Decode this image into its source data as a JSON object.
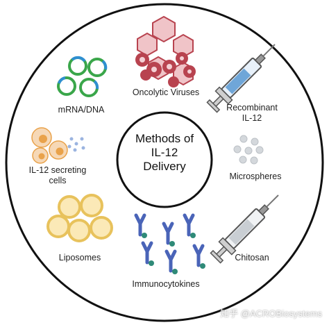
{
  "center": {
    "line1": "Methods of",
    "line2": "IL-12",
    "line3": "Delivery"
  },
  "methods": {
    "mrna_dna": "mRNA/DNA",
    "oncolytic_viruses": "Oncolytic Viruses",
    "recombinant_line1": "Recombinant",
    "recombinant_line2": "IL-12",
    "secreting_line1": "IL-12 secreting",
    "secreting_line2": "cells",
    "microspheres": "Microspheres",
    "liposomes": "Liposomes",
    "immunocytokines": "Immunocytokines",
    "chitosan": "Chitosan"
  },
  "watermark": "知乎 @ACROBiosystems",
  "colors": {
    "ring": "#111111",
    "plasmid_green": "#3aa64a",
    "plasmid_blue": "#2f8fd1",
    "virus_red": "#b8434f",
    "virus_pink": "#f0c4c8",
    "liposome": "#e8c25c",
    "antibody_blue": "#4a64b8",
    "antibody_teal": "#2f8a78",
    "syringe_blue": "#6fa6d8",
    "microsphere": "#d4d8dc",
    "cell_orange": "#e9a24a"
  }
}
